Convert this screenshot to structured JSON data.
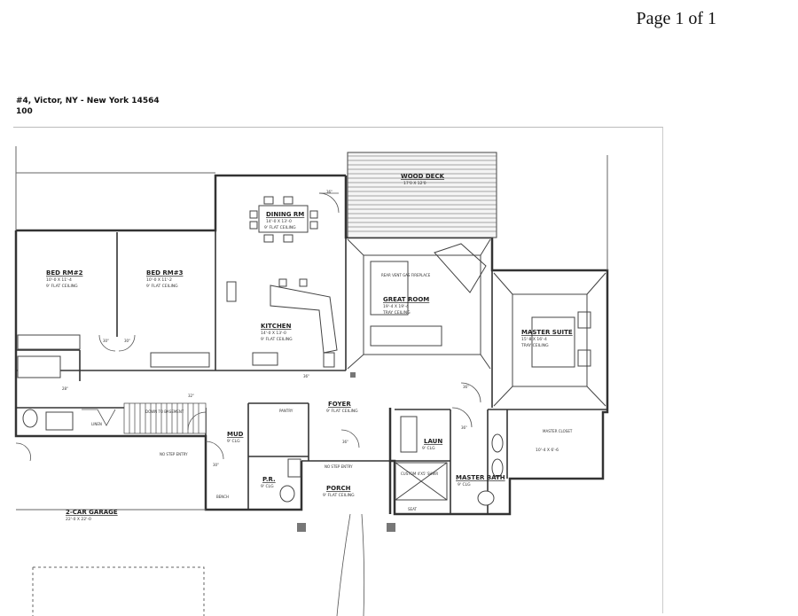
{
  "header": {
    "page_label": "Page 1 of 1"
  },
  "address": {
    "line1": "#4, Victor, NY - New York 14564",
    "line2": "100"
  },
  "rooms": {
    "wood_deck": {
      "name": "WOOD DECK",
      "dims": "17'0 X 12'0"
    },
    "dining": {
      "name": "DINING RM",
      "dims": "14'-0 X 13'-0",
      "ceiling": "9' FLAT CEILING"
    },
    "bed2": {
      "name": "BED RM#2",
      "dims": "10'-0 X 11'-4",
      "ceiling": "9' FLAT CEILING"
    },
    "bed3": {
      "name": "BED RM#3",
      "dims": "10'-0 X 11'-2",
      "ceiling": "9' FLAT CEILING"
    },
    "great": {
      "name": "GREAT ROOM",
      "dims": "19'-4 X 19'-4",
      "ceiling": "TRAY CEILING",
      "fireplace": "REAR VENT GAS FIREPLACE"
    },
    "kitchen": {
      "name": "KITCHEN",
      "dims": "14'-0 X 13'-0",
      "ceiling": "9' FLAT CEILING"
    },
    "master": {
      "name": "MASTER SUITE",
      "dims": "15'-8 X 16'-4",
      "ceiling": "TRAY CEILING"
    },
    "foyer": {
      "name": "FOYER",
      "ceiling": "9' FLAT CEILING"
    },
    "pantry": {
      "name": "PANTRY"
    },
    "mud": {
      "name": "MUD",
      "ceiling": "9' CLG"
    },
    "laun": {
      "name": "LAUN",
      "ceiling": "9' CLG"
    },
    "master_closet": {
      "name": "MASTER CLOSET",
      "dims": "10'-4 X 6'-6"
    },
    "powder": {
      "name": "P.R.",
      "ceiling": "9' CLG"
    },
    "master_bath": {
      "name": "MASTER BATH",
      "ceiling": "9' CLG"
    },
    "porch": {
      "name": "PORCH",
      "ceiling": "9' FLAT CEILING"
    },
    "garage": {
      "name": "2-CAR GARAGE",
      "dims": "22'-0 X 22'-0"
    }
  },
  "notes": {
    "linen": "LINEN",
    "down_basement": "DOWN TO BASEMENT",
    "no_step_entry": "NO STEP ENTRY",
    "no_step_entry_garage": "NO STEP ENTRY",
    "bench": "BENCH",
    "seat": "SEAT",
    "custom_shower": "CUSTOM 4'X5' SHWR",
    "door_36": "36\"",
    "door_30": "30\"",
    "door_28": "28\"",
    "door_32": "32\""
  }
}
